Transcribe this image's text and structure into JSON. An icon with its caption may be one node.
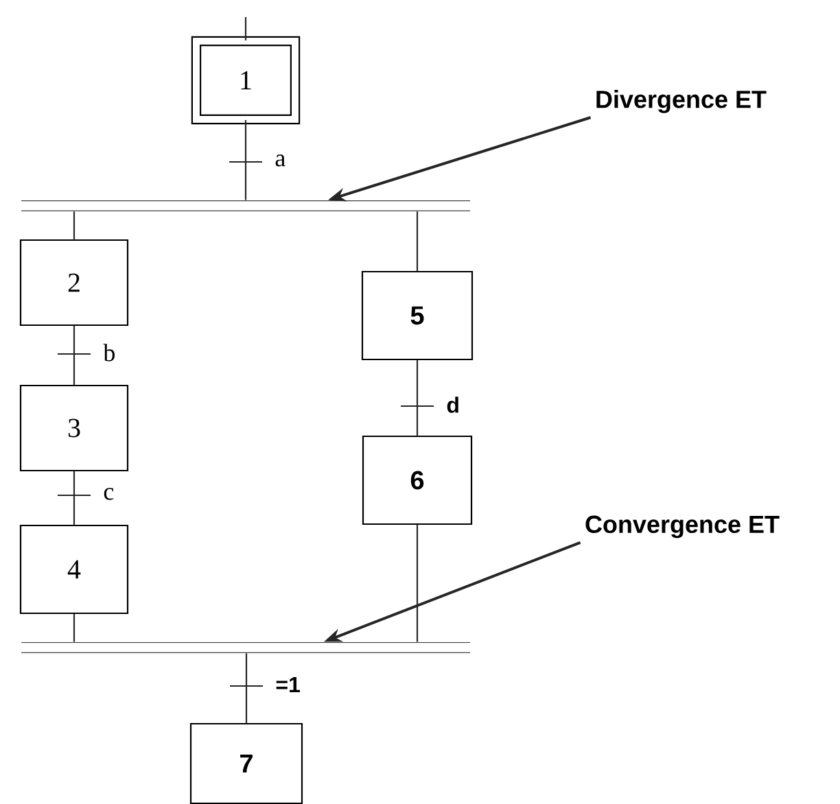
{
  "diagram": {
    "nodes": [
      {
        "text": [
          "1"
        ]
      },
      {
        "text": [],
        "shape": "bar"
      },
      {
        "text": [
          "2"
        ]
      },
      {
        "text": [
          "3"
        ]
      },
      {
        "text": [
          "4"
        ]
      },
      {
        "text": [
          "5"
        ]
      },
      {
        "text": [
          "6"
        ]
      },
      {
        "text": [],
        "shape": "bar"
      },
      {
        "text": [
          "7"
        ]
      },
      {
        "text": [
          "Divergence ET"
        ]
      },
      {
        "text": [
          "Convergence ET"
        ]
      }
    ],
    "edges": [
      {
        "from": null,
        "to": 0,
        "arrow": "none"
      },
      {
        "from": 0,
        "to": 1,
        "arrow": "none",
        "label": "a"
      },
      {
        "from": 1,
        "to": 2,
        "arrow": "none"
      },
      {
        "from": 1,
        "to": 5,
        "arrow": "none"
      },
      {
        "from": 2,
        "to": 3,
        "arrow": "none",
        "label": "b"
      },
      {
        "from": 3,
        "to": 4,
        "arrow": "none",
        "label": "c"
      },
      {
        "from": 5,
        "to": 6,
        "arrow": "none",
        "label": "d"
      },
      {
        "from": 4,
        "to": 7,
        "arrow": "none"
      },
      {
        "from": 6,
        "to": 7,
        "arrow": "none"
      },
      {
        "from": 7,
        "to": 8,
        "arrow": "none",
        "label": "=1"
      },
      {
        "from": 9,
        "to": 1,
        "arrow": "to"
      },
      {
        "from": 10,
        "to": 7,
        "arrow": "to"
      }
    ]
  }
}
